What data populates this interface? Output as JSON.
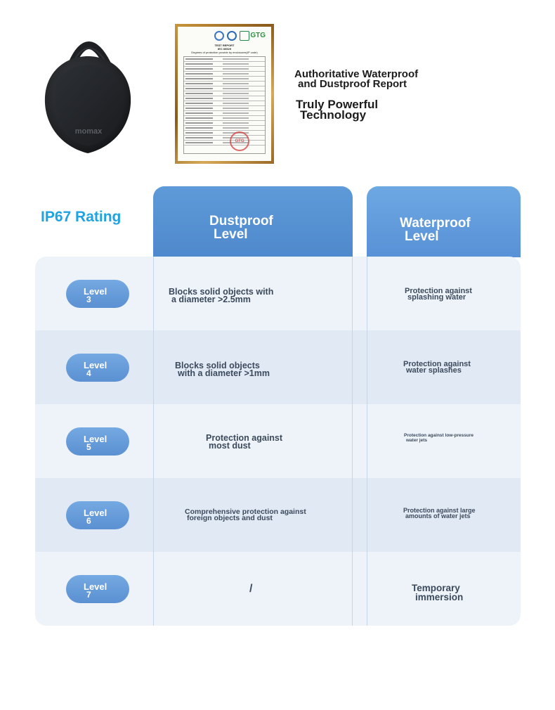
{
  "product": {
    "brand_label": "momax"
  },
  "certificate": {
    "logo_text": "GTG",
    "title_line1": "TEST REPORT",
    "title_line2": "IEC 60529",
    "title_line3": "Degrees of protection provide by enclosures(IP code)",
    "stamp_text": "GTG"
  },
  "headlines": {
    "report_line1": "Authoritative Waterproof",
    "report_line2": "and Dustproof Report",
    "tech_line1": "Truly Powerful",
    "tech_line2": "Technology"
  },
  "table": {
    "title": "IP67 Rating",
    "columns": {
      "dust_line1": "Dustproof",
      "dust_line2": "Level",
      "water_line1": "Waterproof",
      "water_line2": "Level"
    },
    "rows": [
      {
        "level_label": "Level",
        "level_num": "3",
        "dust_line1": "Blocks solid objects with",
        "dust_line2": "a diameter >2.5mm",
        "water_line1": "Protection against",
        "water_line2": "splashing water"
      },
      {
        "level_label": "Level",
        "level_num": "4",
        "dust_line1": "Blocks solid objects",
        "dust_line2": "with a diameter >1mm",
        "water_line1": "Protection against",
        "water_line2": "water splashes"
      },
      {
        "level_label": "Level",
        "level_num": "5",
        "dust_line1": "Protection against",
        "dust_line2": "most dust",
        "water_line1": "Protection against low-pressure",
        "water_line2": "water jets"
      },
      {
        "level_label": "Level",
        "level_num": "6",
        "dust_line1": "Comprehensive protection against",
        "dust_line2": "foreign objects and dust",
        "water_line1": "Protection against large",
        "water_line2": "amounts of water jets"
      },
      {
        "level_label": "Level",
        "level_num": "7",
        "dust_line1": "/",
        "dust_line2": "",
        "water_line1": "Temporary",
        "water_line2": "immersion"
      }
    ]
  },
  "colors": {
    "accent_title": "#1fa3e3",
    "header_blue": "#4f89cd",
    "pill_blue": "#5b90d2",
    "row_light": "#eef3f9",
    "row_alt": "#e1e9f5"
  }
}
